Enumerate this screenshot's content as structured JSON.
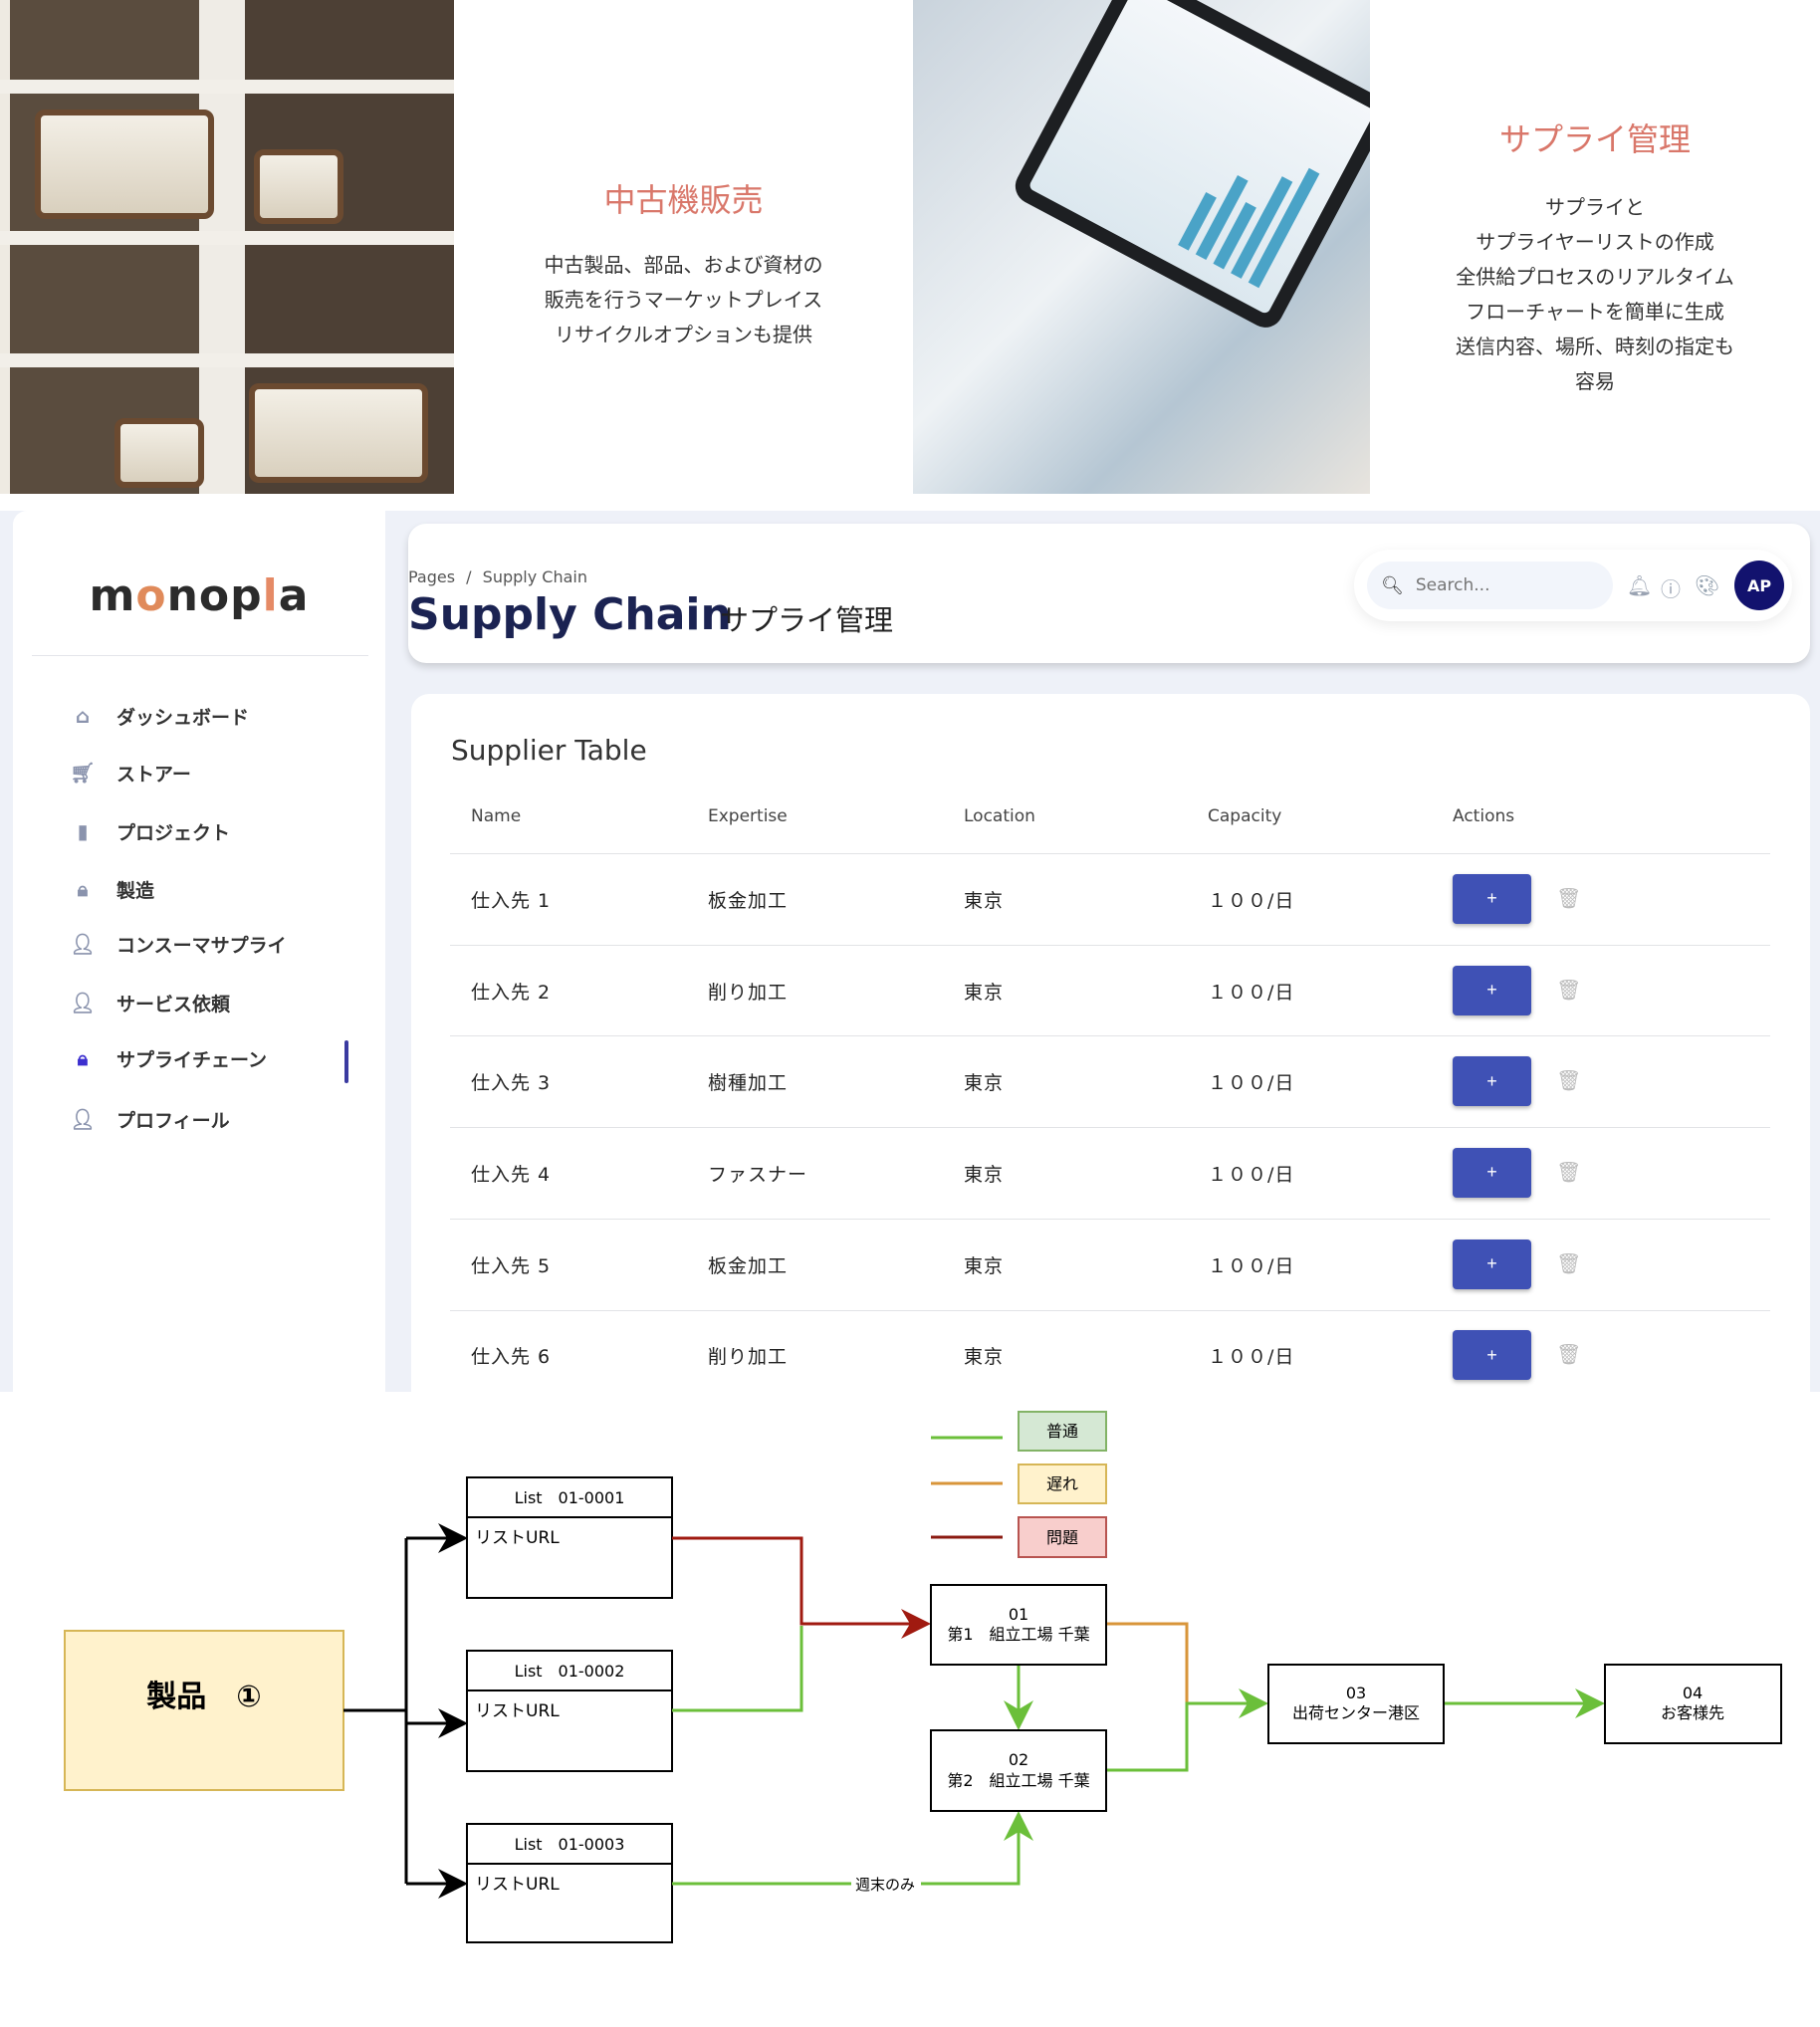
{
  "promo": [
    {
      "title": "中古機販売",
      "lines": [
        "中古製品、部品、および資材の",
        "販売を行うマーケットプレイス",
        "リサイクルオプションも提供"
      ]
    },
    {
      "title": "サプライ管理",
      "lines": [
        "サプライと",
        "サプライヤーリストの作成",
        "全供給プロセスのリアルタイム",
        "フローチャートを簡単に生成",
        "送信内容、場所、時刻の指定も",
        "容易"
      ]
    }
  ],
  "sidebar": {
    "logo": "monopla",
    "items": [
      {
        "label": "ダッシュボード",
        "icon": "home-icon"
      },
      {
        "label": "ストアー",
        "icon": "cart-icon"
      },
      {
        "label": "プロジェクト",
        "icon": "bar-chart-icon"
      },
      {
        "label": "製造",
        "icon": "lock-icon"
      },
      {
        "label": "コンスーマサプライ",
        "icon": "person-icon"
      },
      {
        "label": "サービス依頼",
        "icon": "person-icon"
      },
      {
        "label": "サプライチェーン",
        "icon": "lock-icon",
        "active": true
      },
      {
        "label": "プロフィール",
        "icon": "person-icon"
      }
    ]
  },
  "header": {
    "breadcrumb": [
      "Pages",
      "/",
      "Supply Chain"
    ],
    "title": "Supply Chain",
    "subtitle": "サプライ管理",
    "search_placeholder": "Search...",
    "avatar": "AP"
  },
  "table": {
    "title": "Supplier Table",
    "columns": [
      "Name",
      "Expertise",
      "Location",
      "Capacity",
      "Actions"
    ],
    "add_label": "+",
    "rows": [
      {
        "name": "仕入先 1",
        "expertise": "板金加工",
        "location": "東京",
        "capacity": "１００/日"
      },
      {
        "name": "仕入先 2",
        "expertise": "削り加工",
        "location": "東京",
        "capacity": "１００/日"
      },
      {
        "name": "仕入先 3",
        "expertise": "樹種加工",
        "location": "東京",
        "capacity": "１００/日"
      },
      {
        "name": "仕入先 4",
        "expertise": "ファスナー",
        "location": "東京",
        "capacity": "１００/日"
      },
      {
        "name": "仕入先 5",
        "expertise": "板金加工",
        "location": "東京",
        "capacity": "１００/日"
      },
      {
        "name": "仕入先 6",
        "expertise": "削り加工",
        "location": "東京",
        "capacity": "１００/日"
      }
    ]
  },
  "diagram": {
    "product": "製品　①",
    "lists": [
      {
        "header": "List　01-0001",
        "body": "リストURL"
      },
      {
        "header": "List　01-0002",
        "body": "リストURL"
      },
      {
        "header": "List　01-0003",
        "body": "リストURL"
      }
    ],
    "legend": [
      {
        "label": "普通",
        "color": "#6bbf3a"
      },
      {
        "label": "遅れ",
        "color": "#d8953a"
      },
      {
        "label": "問題",
        "color": "#8b1a10"
      }
    ],
    "nodes": [
      {
        "num": "01",
        "name": "第1　組立工場 千葉"
      },
      {
        "num": "02",
        "name": "第2　組立工場 千葉"
      },
      {
        "num": "03",
        "name": "出荷センター港区"
      },
      {
        "num": "04",
        "name": "お客様先"
      }
    ],
    "edge_label": "週末のみ"
  }
}
